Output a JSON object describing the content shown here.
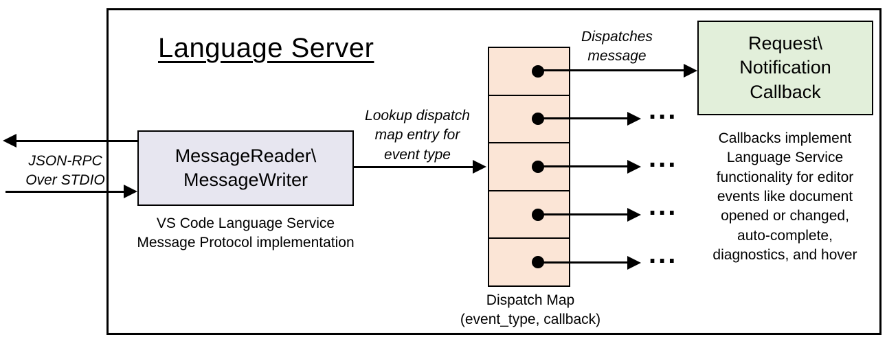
{
  "diagram": {
    "title": "Language Server",
    "stdio_label": "JSON-RPC\nOver STDIO",
    "message_box_label": "MessageReader\\\nMessageWriter",
    "message_box_caption": "VS Code Language Service\nMessage Protocol implementation",
    "lookup_label": "Lookup dispatch\nmap entry for\nevent type",
    "dispatches_label": "Dispatches\nmessage",
    "callback_box_label": "Request\\\nNotification\nCallback",
    "callbacks_description": "Callbacks implement\nLanguage Service\nfunctionality for editor\nevents like document\nopened or changed,\nauto-complete,\ndiagnostics, and hover",
    "dispatch_map_caption": "Dispatch Map\n(event_type, callback)",
    "ellipsis": "...",
    "dispatch_map_rows": 5,
    "colors": {
      "message_box_fill": "#e7e6f0",
      "dispatch_map_fill": "#fbe5d6",
      "callback_box_fill": "#e2efda",
      "line": "#000000",
      "background": "#ffffff"
    }
  }
}
